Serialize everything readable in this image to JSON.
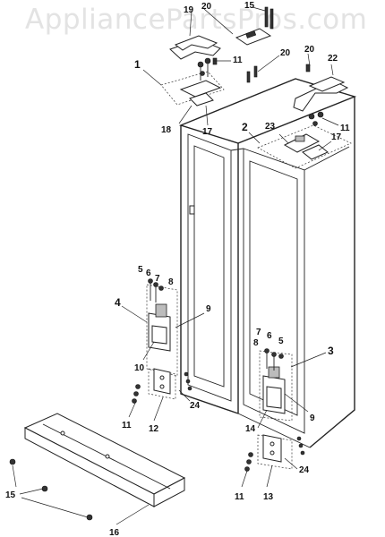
{
  "watermark": "AppliancePartsPros.com",
  "callouts": {
    "c1": "1",
    "c2": "2",
    "c3": "3",
    "c4": "4",
    "c5a": "5",
    "c5b": "5",
    "c6a": "6",
    "c6b": "6",
    "c7a": "7",
    "c7b": "7",
    "c8a": "8",
    "c8b": "8",
    "c9a": "9",
    "c9b": "9",
    "c10": "10",
    "c11a": "11",
    "c11b": "11",
    "c11c": "11",
    "c11d": "11",
    "c12": "12",
    "c13": "13",
    "c14": "14",
    "c15a": "15",
    "c15b": "15",
    "c16": "16",
    "c17a": "17",
    "c17b": "17",
    "c18": "18",
    "c19": "19",
    "c20a": "20",
    "c20b": "20",
    "c20c": "20",
    "c22": "22",
    "c23": "23",
    "c24a": "24",
    "c24b": "24"
  }
}
